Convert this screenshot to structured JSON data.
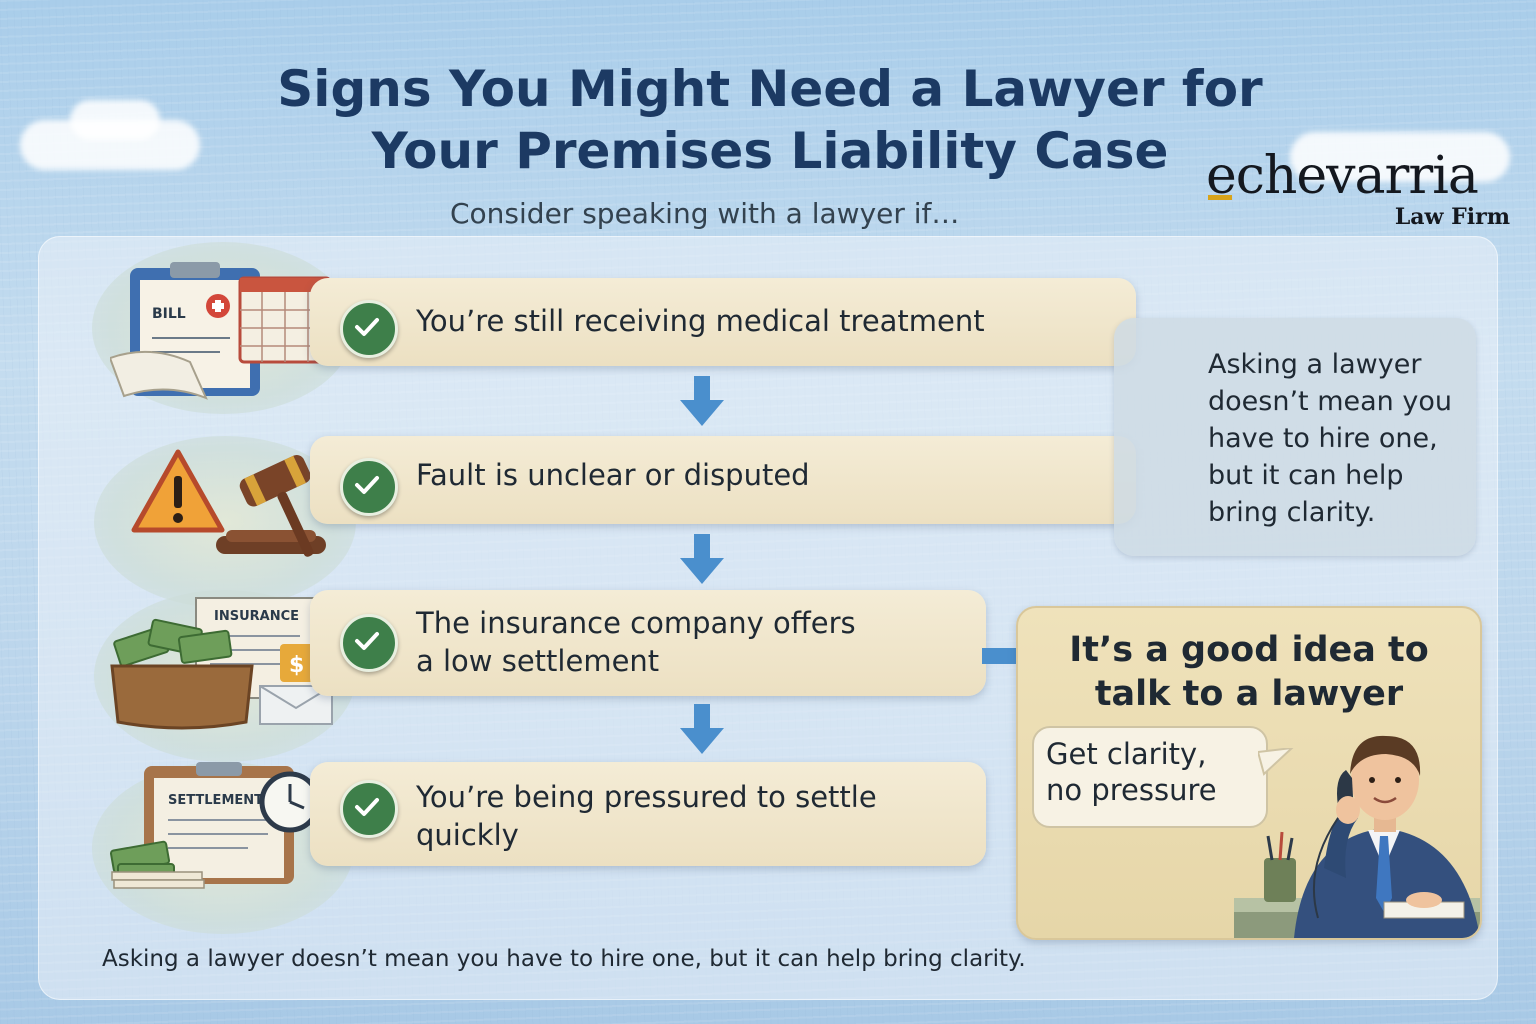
{
  "title": {
    "line1": "Signs You Might Need a Lawyer for",
    "line2": "Your Premises Liability Case"
  },
  "subtitle": "Consider speaking with a lawyer if…",
  "logo": {
    "name": "echevarria",
    "sub": "Law Firm",
    "accent_color": "#d8a319"
  },
  "items": [
    {
      "text_lines": [
        "You’re still receiving medical treatment"
      ],
      "icon": "medical-bill-calendar-icon",
      "icon_label": "BILL"
    },
    {
      "text_lines": [
        "Fault is unclear or disputed"
      ],
      "icon": "warning-gavel-icon"
    },
    {
      "text_lines": [
        "The insurance company offers",
        "a low settlement"
      ],
      "icon": "insurance-money-icon",
      "icon_label": "INSURANCE"
    },
    {
      "text_lines": [
        "You’re being pressured to settle",
        "quickly"
      ],
      "icon": "settlement-clock-icon",
      "icon_label": "SETTLEMENT"
    }
  ],
  "side_note": "Asking a lawyer doesn’t mean you have to hire one, but it can help bring clarity.",
  "cta": {
    "title_line1": "It’s a good idea to",
    "title_line2": "talk to a lawyer",
    "bubble_line1": "Get clarity,",
    "bubble_line2": "no pressure"
  },
  "footer": "Asking a lawyer doesn’t mean you have to hire one, but it can help bring clarity.",
  "colors": {
    "title": "#1c3a63",
    "check": "#3e7f4a",
    "arrow": "#4a8fcd",
    "card": "#f4ecd6"
  }
}
